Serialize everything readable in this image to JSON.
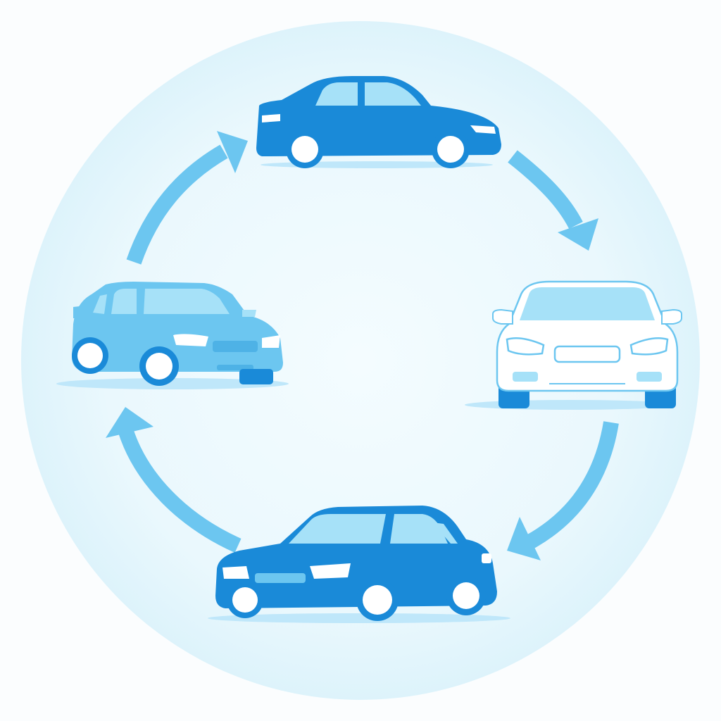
{
  "diagram": {
    "type": "cycle",
    "direction": "clockwise",
    "nodes": [
      {
        "name": "sedan-side-view",
        "fill": "#1a8ad8"
      },
      {
        "name": "car-front-view-outline",
        "fill": "#ffffff",
        "stroke": "#6cc6f0"
      },
      {
        "name": "sedan-three-quarter-view",
        "fill": "#1a8ad8"
      },
      {
        "name": "hatchback-three-quarter-view",
        "fill": "#6cc6f0"
      }
    ],
    "arrow_count": 4
  },
  "colors": {
    "background": "#fbfdfe",
    "circle_fill": "#e6f7fd",
    "arrow": "#6cc6f0",
    "car_dark": "#1a8ad8",
    "car_light": "#6cc6f0",
    "window": "#a6e1f8",
    "shadow": "#bfe7fa"
  }
}
